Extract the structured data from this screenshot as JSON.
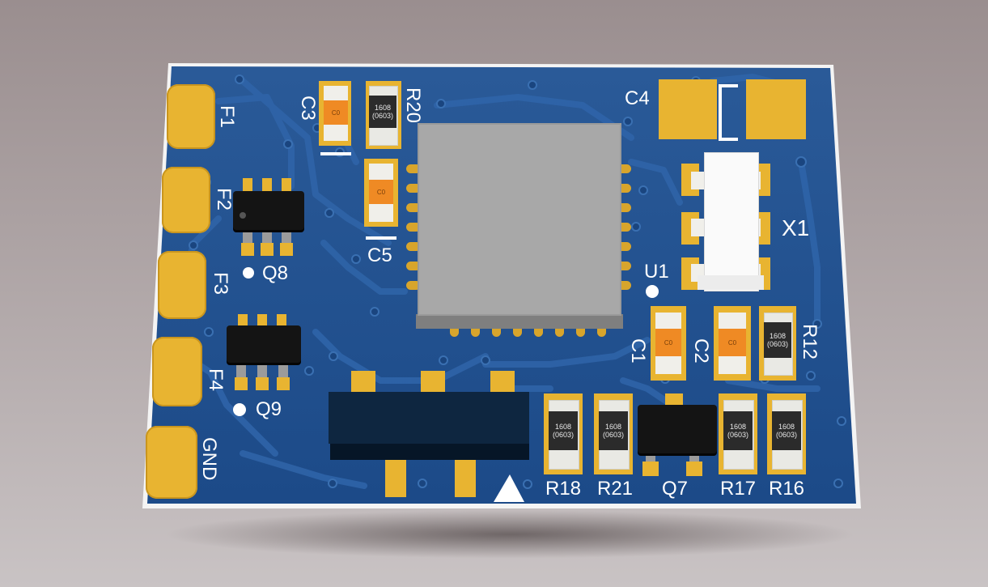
{
  "labels": {
    "f1": "F1",
    "f2": "F2",
    "f3": "F3",
    "f4": "F4",
    "gnd": "GND",
    "c3": "C3",
    "r20": "R20",
    "c5": "C5",
    "c4": "C4",
    "x1": "X1",
    "u1": "U1",
    "c1": "C1",
    "c2": "C2",
    "r12": "R12",
    "q8": "Q8",
    "q9": "Q9",
    "r18": "R18",
    "r21": "R21",
    "q7": "Q7",
    "r17": "R17",
    "r16": "R16"
  },
  "part_marks": {
    "resistor_size": "1608",
    "resistor_pkg": "(0603)",
    "cap_code": "C0"
  },
  "colors": {
    "board": "#1f4f8f",
    "pad": "#e8b431",
    "silkscreen": "#ffffff"
  }
}
